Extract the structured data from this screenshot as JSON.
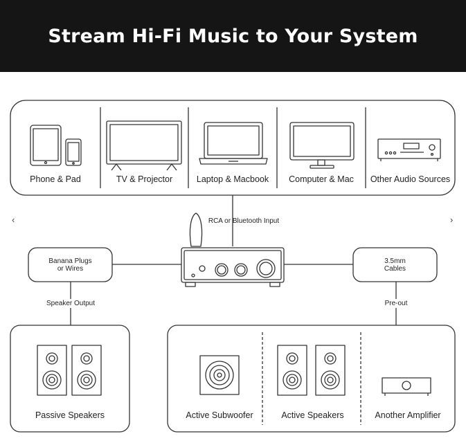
{
  "header": {
    "title": "Stream Hi-Fi Music to Your System"
  },
  "sources": {
    "items": [
      {
        "label": "Phone & Pad"
      },
      {
        "label": "TV & Projector"
      },
      {
        "label": "Laptop & Macbook"
      },
      {
        "label": "Computer & Mac"
      },
      {
        "label": "Other Audio Sources"
      }
    ]
  },
  "input_label": "RCA or Bluetooth Input",
  "left_connector": {
    "line1": "Banana Plugs",
    "line2": "or Wires"
  },
  "right_connector": {
    "line1": "3.5mm",
    "line2": "Cables"
  },
  "speaker_output_label": "Speaker Output",
  "preout_label": "Pre-out",
  "passive": {
    "label": "Passive Speakers"
  },
  "active": {
    "items": [
      {
        "label": "Active Subwoofer"
      },
      {
        "label": "Active Speakers"
      },
      {
        "label": "Another Amplifier"
      }
    ]
  },
  "nav": {
    "prev": "‹",
    "next": "›"
  },
  "colors": {
    "banner": "#151515",
    "stroke": "#333333"
  }
}
